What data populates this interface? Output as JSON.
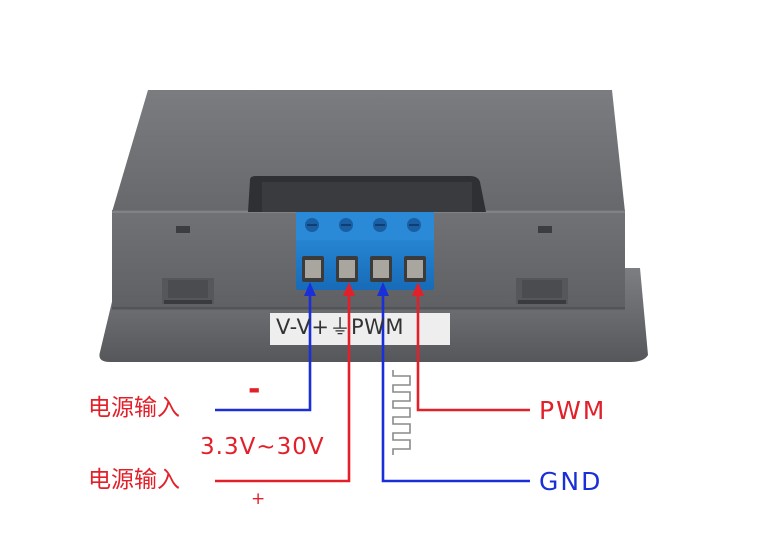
{
  "device": {
    "terminal_label": "V-V+⏚PWM",
    "label_parts": [
      "V-",
      "V+",
      "⏚",
      "PWM"
    ]
  },
  "callouts": {
    "power_in_neg_label": "电源输入",
    "neg_sign": "-",
    "voltage_range": "3.3V~30V",
    "power_in_pos_label": "电源输入",
    "pos_sign": "+",
    "pwm_label": "PWM",
    "gnd_label": "GND"
  },
  "colors": {
    "case": "#6c6e72",
    "terminal": "#1f7fd0",
    "wire_red": "#e2202a",
    "wire_blue": "#1a2fd8",
    "pwm_wave": "#8a8a8a"
  }
}
